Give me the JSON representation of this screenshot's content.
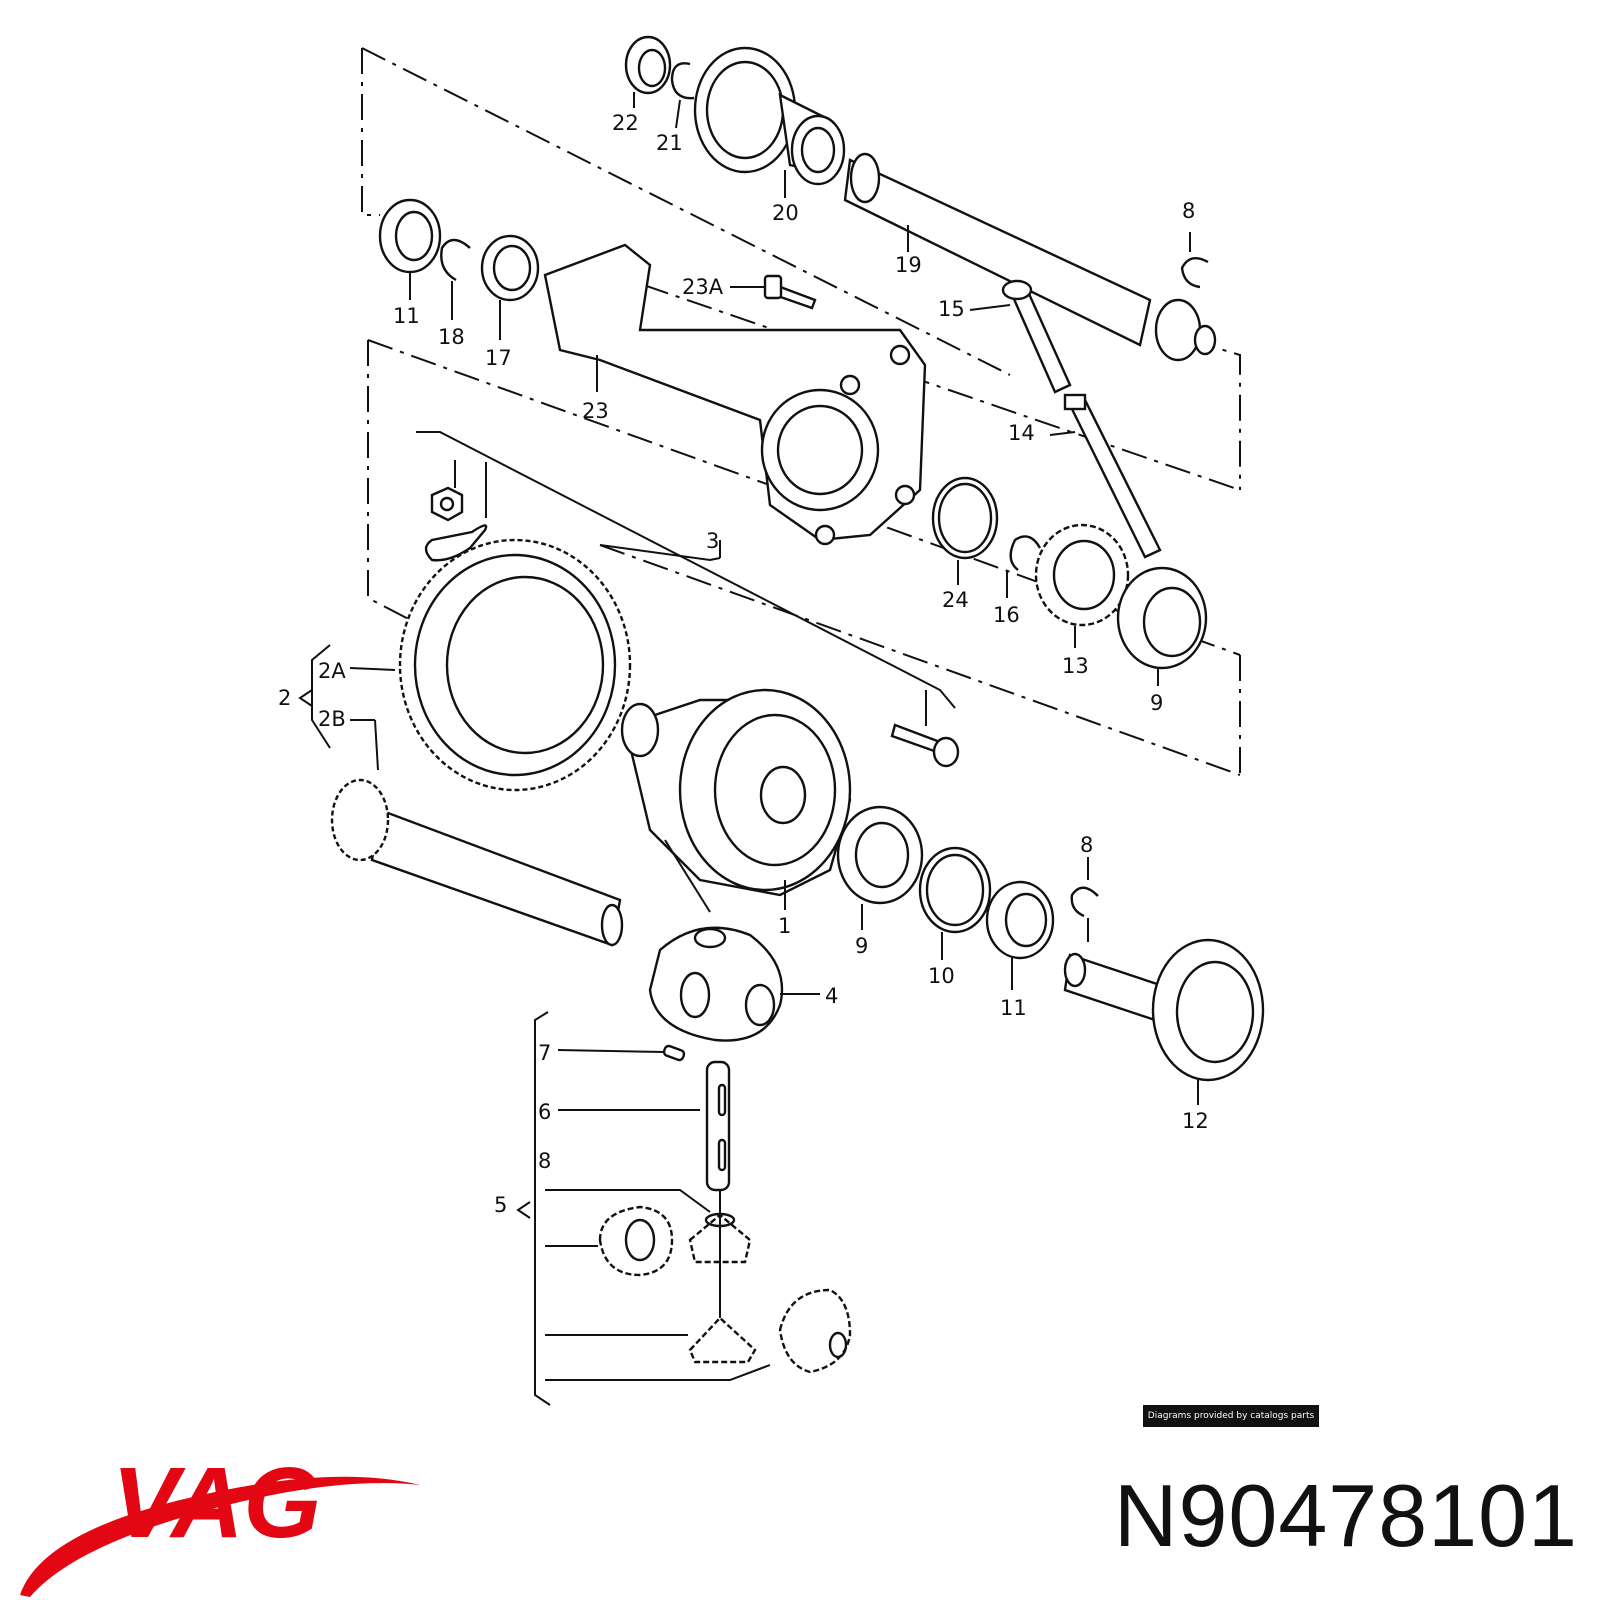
{
  "brand": {
    "logo_text": "VAG",
    "logo_color": "#e30613"
  },
  "part_number": "N90478101",
  "credit": "Diagrams provided by catalogs parts",
  "callouts": {
    "c1": "1",
    "c2": "2",
    "c2A": "2A",
    "c2B": "2B",
    "c3": "3",
    "c4": "4",
    "c5": "5",
    "c6": "6",
    "c7": "7",
    "c8_top": "8",
    "c8_mid": "8",
    "c8_low": "8",
    "c9_upper": "9",
    "c9_lower": "9",
    "c10": "10",
    "c11_upper": "11",
    "c11_lower": "11",
    "c12": "12",
    "c13": "13",
    "c14": "14",
    "c15": "15",
    "c16": "16",
    "c17": "17",
    "c18": "18",
    "c19": "19",
    "c20": "20",
    "c21": "21",
    "c22": "22",
    "c23": "23",
    "c23A": "23A",
    "c24": "24"
  }
}
